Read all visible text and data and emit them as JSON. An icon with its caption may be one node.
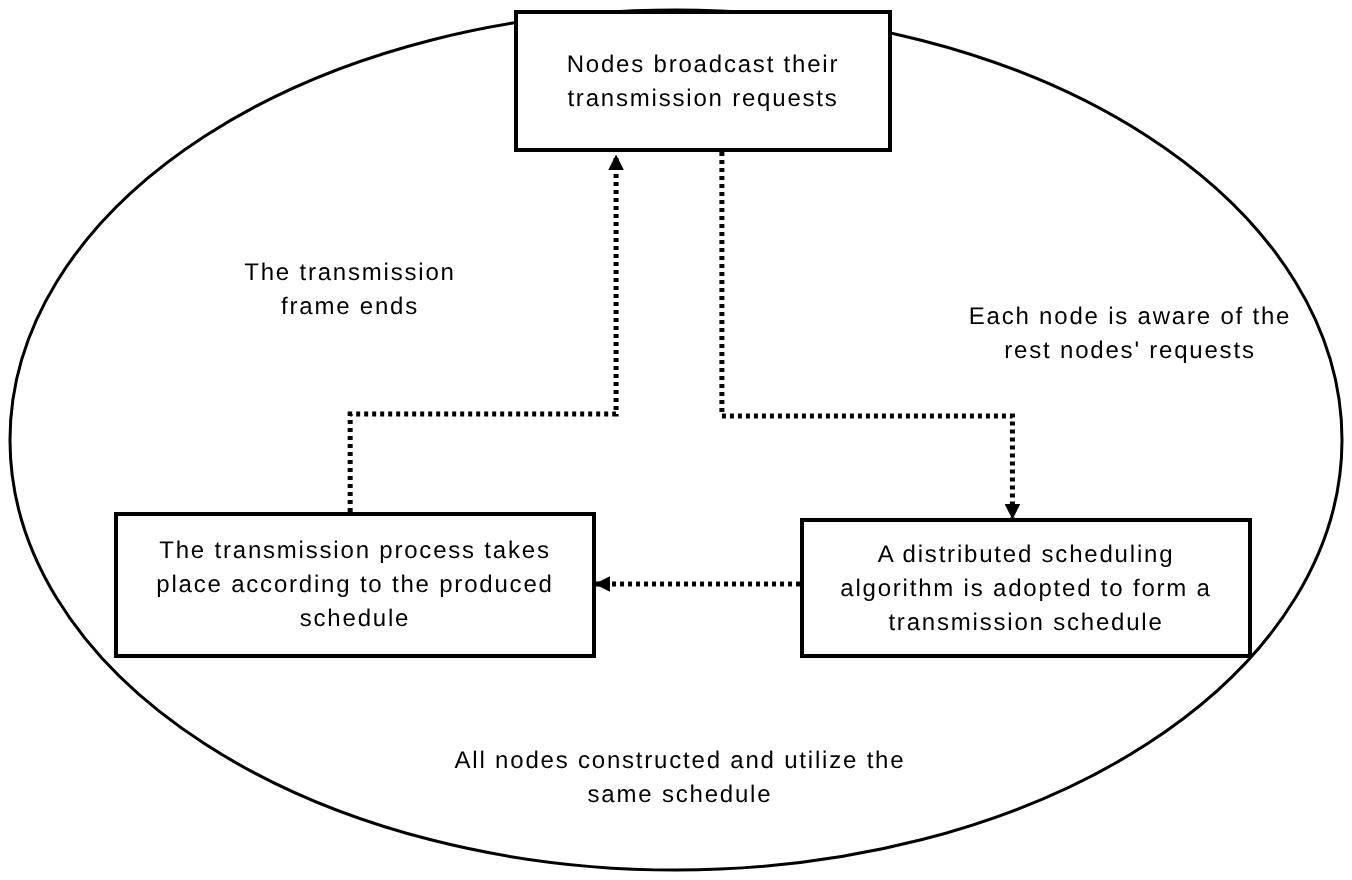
{
  "diagram": {
    "nodes": [
      {
        "text": [
          "All nodes constructed and utilize the same schedule"
        ]
      },
      {
        "text": [
          "Nodes broadcast their transmission requests"
        ],
        "in": 0
      },
      {
        "text": [
          "A distributed scheduling algorithm is adopted to form a transmission schedule"
        ],
        "in": 0
      },
      {
        "text": [
          "The transmission process takes place according to the produced schedule"
        ],
        "in": 0
      }
    ],
    "edges": [
      {
        "from": 1,
        "to": 2,
        "arrow": "to",
        "label": "Each node is aware of the rest nodes' requests"
      },
      {
        "from": 2,
        "to": 3,
        "arrow": "to"
      },
      {
        "from": 3,
        "to": 1,
        "arrow": "to",
        "label": "The transmission frame ends"
      }
    ]
  }
}
